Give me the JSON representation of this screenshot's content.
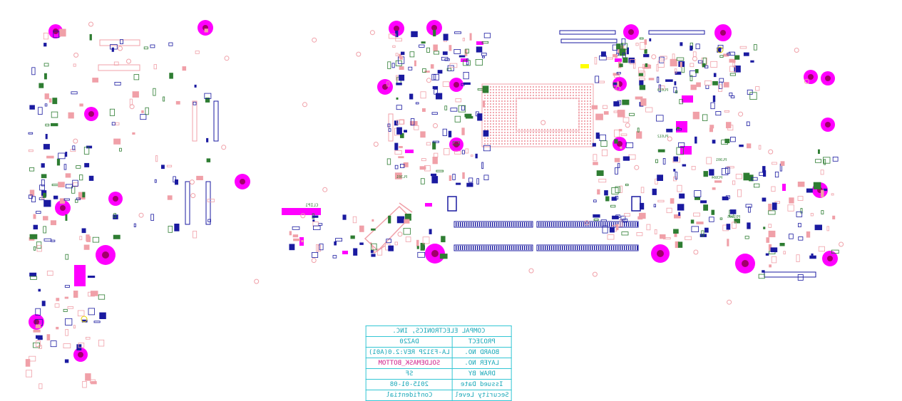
{
  "title_block": {
    "company": "COMPAL ELECTRONICS, INC.",
    "rows": [
      {
        "key": "PROJECT",
        "value": "DAZ20"
      },
      {
        "key": "BOARD NO.",
        "value": "LA-F312P REV:2.0(A01)"
      },
      {
        "key": "LAYER NO.",
        "value": "SOLDEMASK_BOTTOM"
      },
      {
        "key": "DRAW BY",
        "value": "SF"
      },
      {
        "key": "Issued Date",
        "value": "2015-01-08"
      },
      {
        "key": "Security Level",
        "value": "Confidential"
      }
    ]
  },
  "labels": [
    "CLIP1",
    "PL610",
    "PL612",
    "PL901",
    "PC604",
    "PD1205",
    "PL301"
  ],
  "colors": {
    "mount_hole": "#ff00ff",
    "pad": "#f0a0a8",
    "outline": "#1a1aa0",
    "silkscreen": "#2e7d32",
    "title_block": "#33c6d4",
    "highlight": "#ffff00"
  }
}
